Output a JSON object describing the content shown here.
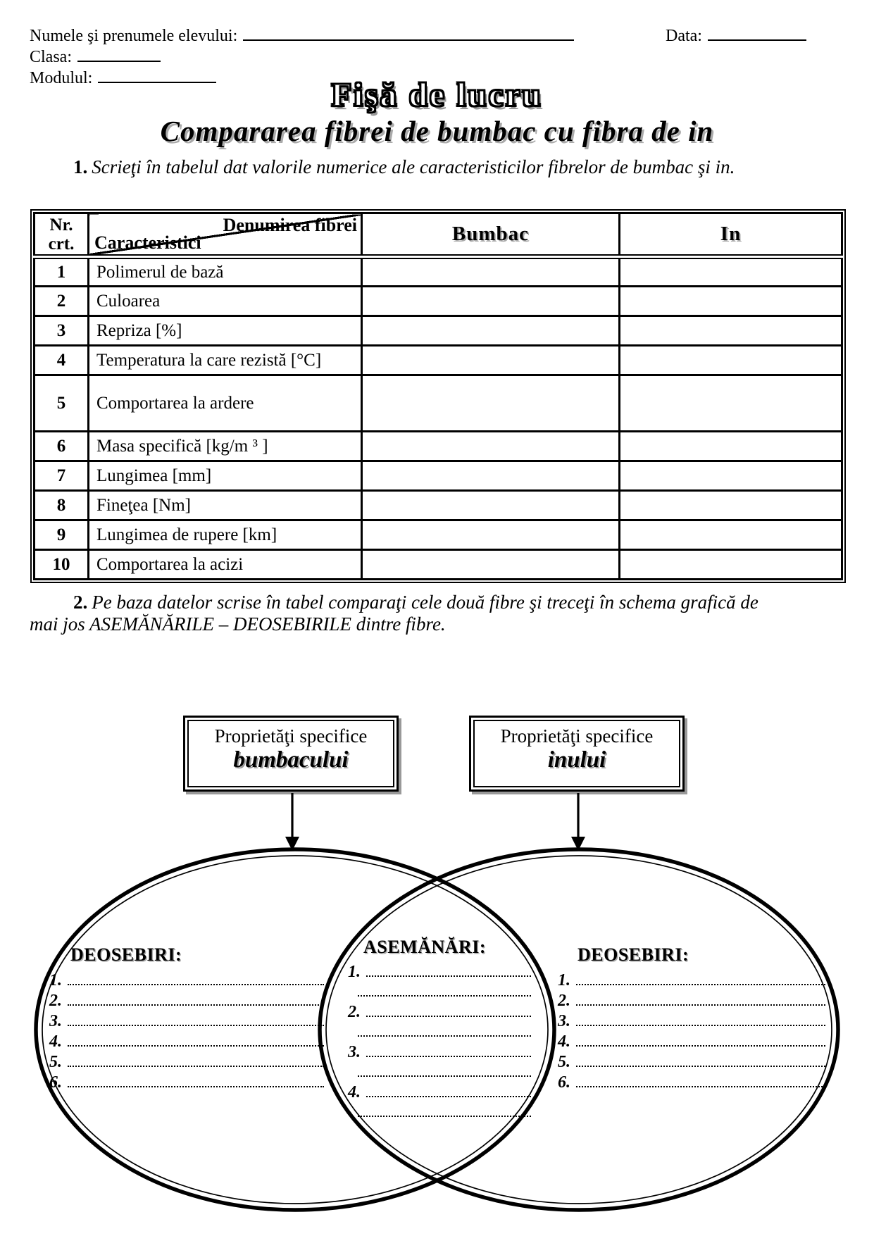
{
  "header": {
    "name_label": "Numele şi prenumele elevului:",
    "name_value": "",
    "date_label": "Data:",
    "date_value": "",
    "class_label": "Clasa:",
    "class_value": "",
    "module_label": "Modulul:",
    "module_value": ""
  },
  "title": "Fişă de lucru",
  "subtitle": "Compararea fibrei de bumbac cu fibra de in",
  "task1": {
    "number": "1.",
    "text": "Scrieţi în tabelul dat valorile numerice ale caracteristicilor fibrelor de bumbac şi in."
  },
  "table": {
    "nr_header_line1": "Nr.",
    "nr_header_line2": "crt.",
    "corner_top_right": "Denumirea fibrei",
    "corner_bottom_left": "Caracteristici",
    "columns": [
      "Bumbac",
      "In"
    ],
    "rows": [
      {
        "num": "1",
        "label": "Polimerul de bază",
        "bumbac": "",
        "in": ""
      },
      {
        "num": "2",
        "label": "Culoarea",
        "bumbac": "",
        "in": ""
      },
      {
        "num": "3",
        "label": "Repriza [%]",
        "bumbac": "",
        "in": ""
      },
      {
        "num": "4",
        "label": "Temperatura la care rezistă [°C]",
        "bumbac": "",
        "in": ""
      },
      {
        "num": "5",
        "label": "Comportarea la ardere",
        "bumbac": "",
        "in": ""
      },
      {
        "num": "6",
        "label": "Masa specifică [kg/m ³ ]",
        "bumbac": "",
        "in": ""
      },
      {
        "num": "7",
        "label": "Lungimea [mm]",
        "bumbac": "",
        "in": ""
      },
      {
        "num": "8",
        "label": "Fineţea [Nm]",
        "bumbac": "",
        "in": ""
      },
      {
        "num": "9",
        "label": "Lungimea de rupere [km]",
        "bumbac": "",
        "in": ""
      },
      {
        "num": "10",
        "label": "Comportarea la acizi",
        "bumbac": "",
        "in": ""
      }
    ]
  },
  "task2": {
    "number": "2.",
    "line1": "Pe baza datelor scrise în tabel comparaţi cele două fibre şi treceţi în schema grafică de",
    "line2": "mai jos ASEMĂNĂRILE – DEOSEBIRILE dintre fibre."
  },
  "diagram": {
    "left_box": {
      "line1": "Proprietăţi specifice",
      "line2": "bumbacului"
    },
    "right_box": {
      "line1": "Proprietăţi specifice",
      "line2": "inului"
    },
    "left_section": {
      "title": "DEOSEBIRI:",
      "items": [
        "1.",
        "2.",
        "3.",
        "4.",
        "5.",
        "6."
      ]
    },
    "middle_section": {
      "title": "ASEMĂNĂRI:",
      "items": [
        "1.",
        "2.",
        "3.",
        "4."
      ]
    },
    "right_section": {
      "title": "DEOSEBIRI:",
      "items": [
        "1.",
        "2.",
        "3.",
        "4.",
        "5.",
        "6."
      ]
    }
  }
}
